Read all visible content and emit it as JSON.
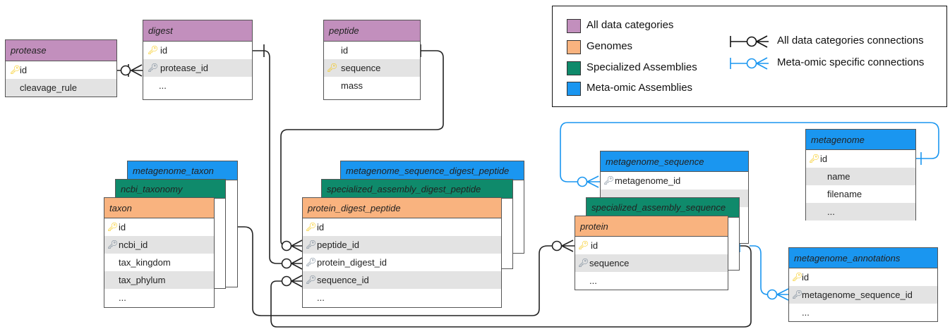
{
  "legend": {
    "categories": [
      {
        "label": "All data categories",
        "color": "#c28fbd"
      },
      {
        "label": "Genomes",
        "color": "#f9b37f"
      },
      {
        "label": "Specialized Assemblies",
        "color": "#0f8a6b"
      },
      {
        "label": "Meta-omic Assemblies",
        "color": "#1a96f0"
      }
    ],
    "connections": [
      {
        "label": "All data categories connections",
        "color": "#111111"
      },
      {
        "label": "Meta-omic specific connections",
        "color": "#1a96f0"
      }
    ]
  },
  "tables": {
    "protease": {
      "title": "protease",
      "rows": [
        "id",
        "cleavage_rule"
      ]
    },
    "digest": {
      "title": "digest",
      "rows": [
        "id",
        "protease_id",
        "..."
      ]
    },
    "peptide": {
      "title": "peptide",
      "rows": [
        "id",
        "sequence",
        "mass"
      ]
    },
    "metagenome_taxon": {
      "title": "metagenome_taxon"
    },
    "ncbi_taxonomy": {
      "title": "ncbi_taxonomy"
    },
    "taxon": {
      "title": "taxon",
      "rows": [
        "id",
        "ncbi_id",
        "tax_kingdom",
        "tax_phylum",
        "..."
      ]
    },
    "metagenome_sequence_digest_peptide": {
      "title": "metagenome_sequence_digest_peptide"
    },
    "specialized_assembly_digest_peptide": {
      "title": "specialized_assembly_digest_peptide"
    },
    "protein_digest_peptide": {
      "title": "protein_digest_peptide",
      "rows": [
        "id",
        "peptide_id",
        "protein_digest_id",
        "sequence_id",
        "..."
      ]
    },
    "metagenome_sequence": {
      "title": "metagenome_sequence",
      "rows": [
        "metagenome_id"
      ]
    },
    "specialized_assembly_sequence": {
      "title": "specialized_assembly_sequence"
    },
    "protein": {
      "title": "protein",
      "rows": [
        "id",
        "sequence",
        "..."
      ]
    },
    "metagenome": {
      "title": "metagenome",
      "rows": [
        "id",
        "name",
        "filename",
        "..."
      ]
    },
    "metagenome_annotations": {
      "title": "metagenome_annotations",
      "rows": [
        "id",
        "metagenome_sequence_id",
        "..."
      ]
    }
  },
  "colors": {
    "all_data": "#c28fbd",
    "genomes": "#f9b37f",
    "specialized": "#0f8a6b",
    "metaomic": "#1a96f0",
    "primary_key": "#f5c400",
    "foreign_key": "#6d7e8f"
  },
  "icons": {
    "primary_key": "key-icon",
    "foreign_key": "key-icon"
  }
}
